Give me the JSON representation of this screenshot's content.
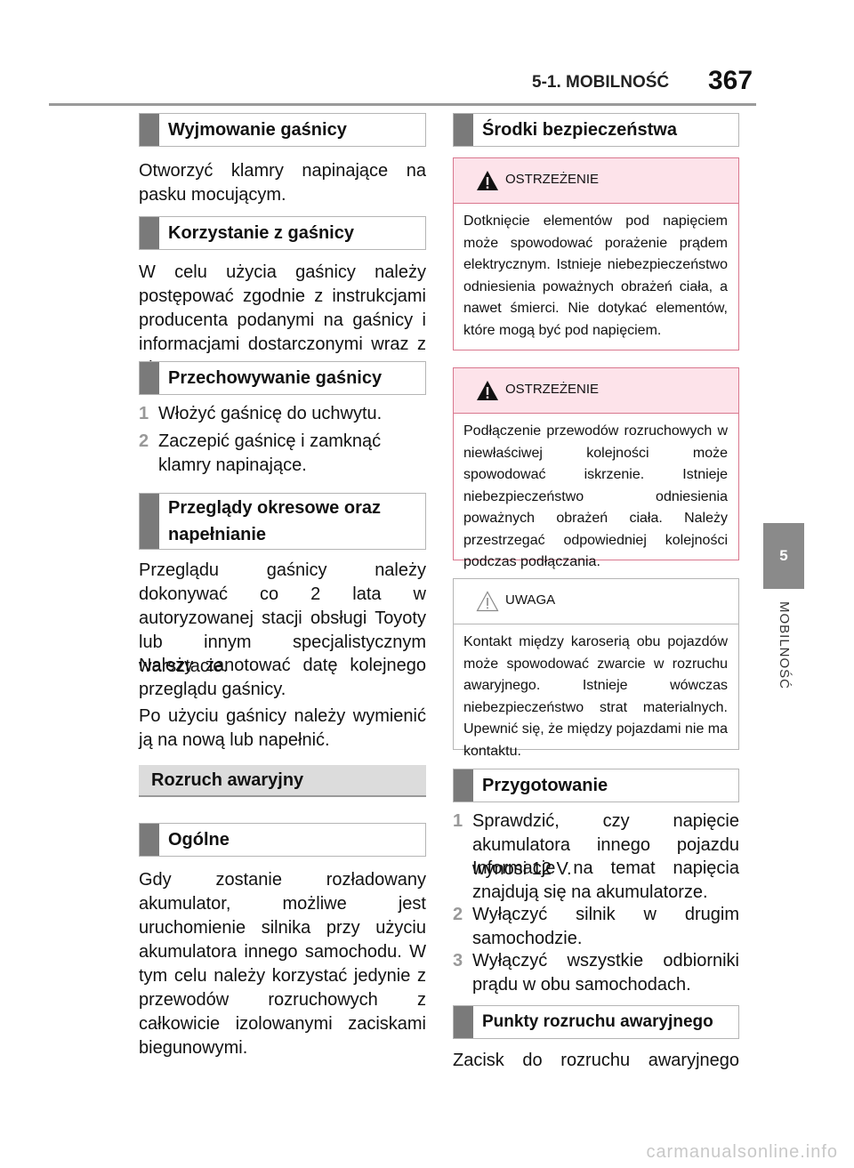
{
  "header": {
    "section": "5-1. MOBILNOŚĆ",
    "page_number": "367"
  },
  "side_tab": {
    "chapter": "5",
    "label": "MOBILNOŚĆ"
  },
  "left": {
    "s1": "Wyjmowanie gaśnicy",
    "p1": "Otworzyć klamry napinające na pasku mocującym.",
    "s2": "Korzystanie z gaśnicy",
    "p2": "W celu użycia gaśnicy należy postępować zgodnie z instrukcjami producenta podanymi na gaśnicy i informacjami dostarczonymi wraz z nią.",
    "s3": "Przechowywanie gaśnicy",
    "steps": [
      {
        "num": "1",
        "text": "Włożyć gaśnicę do uchwytu."
      },
      {
        "num": "2",
        "text": "Zaczepić gaśnicę i zamknąć klamry napinające."
      }
    ],
    "s4": "Przeglądy okresowe oraz napełnianie",
    "p4a": "Przeglądu gaśnicy należy dokonywać co 2 lata w autoryzowanej stacji obsługi Toyoty lub innym specjalistycznym warsztacie.",
    "p4b": "Należy zanotować datę kolejnego przeglądu gaśnicy.",
    "p4c": "Po użyciu gaśnicy należy wymienić ją na nową lub napełnić.",
    "s5": "Rozruch awaryjny",
    "s6": "Ogólne",
    "p6": "Gdy zostanie rozładowany akumulator, możliwe jest uruchomienie silnika przy użyciu akumulatora innego samochodu. W tym celu należy korzystać jedynie z przewodów rozruchowych z całkowicie izolowanymi zaciskami biegunowymi."
  },
  "right": {
    "s1": "Środki bezpieczeństwa",
    "warn1": {
      "title": "OSTRZEŻENIE",
      "body": "Dotknięcie elementów pod napięciem może spowodować porażenie prądem elektrycznym. Istnieje niebezpieczeństwo odniesienia poważnych obrażeń ciała, a nawet śmierci. Nie dotykać elementów, które mogą być pod napięciem."
    },
    "warn2": {
      "title": "OSTRZEŻENIE",
      "body": "Podłączenie przewodów rozruchowych w niewłaściwej kolejności może spowodować iskrzenie. Istnieje niebezpieczeństwo odniesienia poważnych obrażeń ciała. Należy przestrzegać odpowiedniej kolejności podczas podłączania."
    },
    "note": {
      "title": "UWAGA",
      "body": "Kontakt między karoserią obu pojazdów może spowodować zwarcie w rozruchu awaryjnego. Istnieje wówczas niebezpieczeństwo strat materialnych. Upewnić się, że między pojazdami nie ma kontaktu."
    },
    "s2": "Przygotowanie",
    "steps": [
      {
        "num": "1",
        "text": "Sprawdzić, czy napięcie akumulatora innego pojazdu wynosi 12 V."
      },
      {
        "num": "",
        "text": "Informacje na temat napięcia znajdują się na akumulatorze."
      },
      {
        "num": "2",
        "text": "Wyłączyć silnik w drugim samochodzie."
      },
      {
        "num": "3",
        "text": "Wyłączyć wszystkie odbiorniki prądu w obu samochodach."
      }
    ],
    "s3": "Punkty rozruchu awaryjnego",
    "p3": "Zacisk do rozruchu awaryjnego"
  },
  "watermark": "carmanualsonline.info",
  "colors": {
    "section_bar": "#7a7a7a",
    "warning_border": "#d9778e",
    "warning_header": "#fde3ea",
    "side_tab": "#8a8a8a"
  }
}
